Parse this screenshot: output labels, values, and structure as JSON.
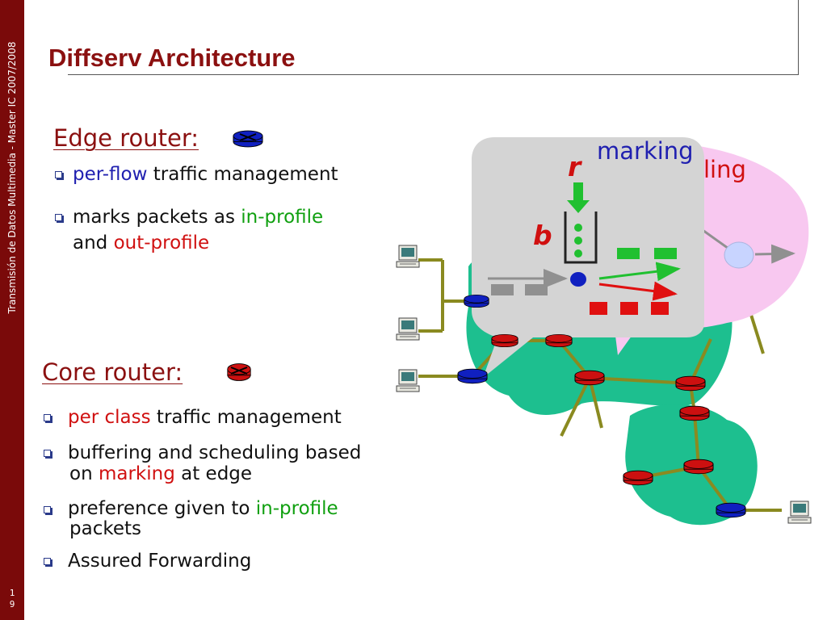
{
  "sidebar": {
    "text": "Transmisión de Datos Multimedia - Master IC 2007/2008",
    "page_number": "19"
  },
  "title": "Diffserv Architecture",
  "edge": {
    "heading": "Edge router:",
    "bullets": [
      {
        "parts": [
          "per-flow",
          " traffic management"
        ]
      },
      {
        "parts": [
          "marks packets as ",
          "in-profile",
          "and ",
          "out-profile"
        ]
      }
    ]
  },
  "core": {
    "heading": "Core router:",
    "bullets": [
      {
        "parts": [
          "per class",
          " traffic management"
        ]
      },
      {
        "parts": [
          " buffering and scheduling based",
          "on ",
          "marking",
          " at edge"
        ]
      },
      {
        "parts": [
          " preference given to ",
          "in-profile",
          "packets"
        ]
      },
      {
        "parts": [
          " Assured Forwarding"
        ]
      }
    ]
  },
  "diagram": {
    "marking_label": "marking",
    "scheduling_label_visible": "ling",
    "rate_label": "r",
    "bucket_label": "b"
  },
  "colors": {
    "sidebar": "#7a0a0a",
    "title": "#8b1010",
    "in_profile": "#10a010",
    "out_profile": "#d01010",
    "network_blob": "#1dbf8f",
    "callout_pink": "#f8c8f0",
    "callout_gray": "#d0d0d0",
    "edge_router": "#1020c0",
    "core_router": "#cc1010"
  }
}
